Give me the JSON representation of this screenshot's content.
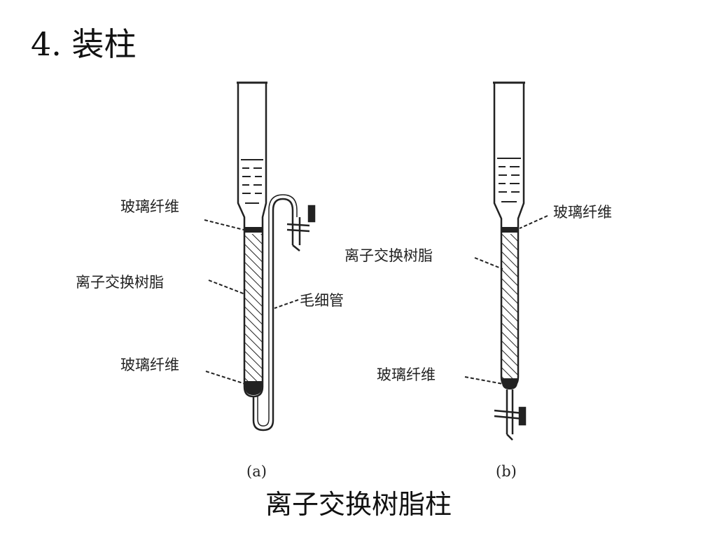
{
  "title": "4. 装柱",
  "caption": "离子交换树脂柱",
  "panels": [
    {
      "sublabel": "(a)",
      "labels": {
        "glass_fiber_top": "玻璃纤维",
        "resin": "离子交换树脂",
        "capillary": "毛细管",
        "glass_fiber_bottom": "玻璃纤维"
      }
    },
    {
      "sublabel": "(b)",
      "labels": {
        "glass_fiber_top": "玻璃纤维",
        "resin": "离子交换树脂",
        "glass_fiber_bottom": "玻璃纤维"
      }
    }
  ],
  "colors": {
    "ink": "#222222",
    "background": "#ffffff"
  }
}
